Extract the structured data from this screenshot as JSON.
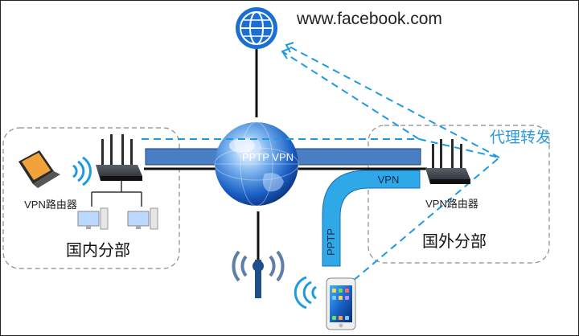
{
  "site": {
    "label": "www.facebook.com"
  },
  "tunnels": {
    "pptp_vpn": "PPTP VPN",
    "vpn": "VPN",
    "pptp": "PPTP"
  },
  "proxy": {
    "label": "代理转发"
  },
  "domestic": {
    "router_label": "VPN路由器",
    "branch_label": "国内分部"
  },
  "overseas": {
    "router_label": "VPN路由器",
    "branch_label": "国外分部"
  },
  "colors": {
    "tunnel_fill": "#4a7fc4",
    "tunnel_light": "#2fa8e8",
    "dashed": "#1e9be0",
    "proxy_text": "#2a9be0",
    "globe": "#1b6fd0"
  }
}
